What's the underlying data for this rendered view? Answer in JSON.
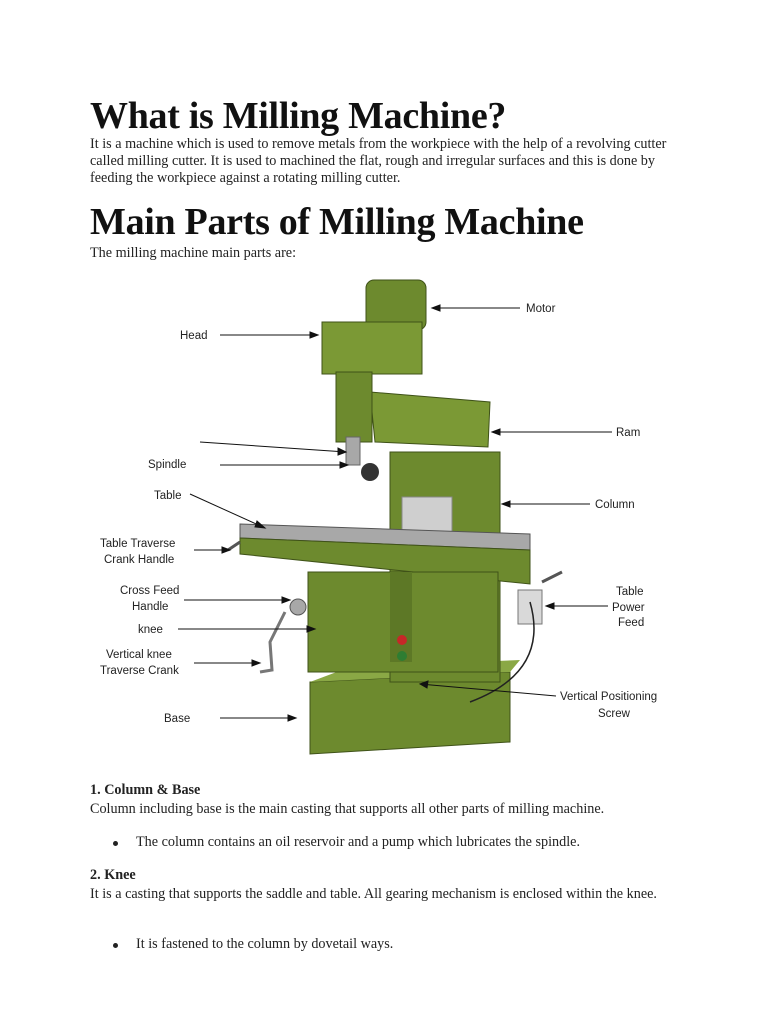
{
  "heading1": "What is Milling Machine?",
  "intro": "It is a machine which is used to remove metals from the workpiece with the help of a revolving cutter called milling cutter. It is used to machined the flat, rough and irregular surfaces and this is done by feeding the workpiece against a rotating milling cutter.",
  "heading2": "Main Parts of Milling Machine",
  "subtitle": "The milling machine main parts are:",
  "diagram": {
    "labels": {
      "motor": "Motor",
      "head": "Head",
      "ram": "Ram",
      "spindle": "Spindle",
      "table": "Table",
      "column": "Column",
      "table_traverse_1": "Table Traverse",
      "table_traverse_2": "Crank Handle",
      "cross_feed_1": "Cross Feed",
      "cross_feed_2": "Handle",
      "table_power_1": "Table",
      "table_power_2": "Power",
      "table_power_3": "Feed",
      "knee": "knee",
      "vertical_knee_1": "Vertical knee",
      "vertical_knee_2": "Traverse Crank",
      "vertical_pos_1": "Vertical Positioning",
      "vertical_pos_2": "Screw",
      "base": "Base"
    },
    "colors": {
      "machine": "#6d8a2e",
      "machine_dark": "#4f6620",
      "machine_light": "#8aa845",
      "steel": "#a8a8a8"
    }
  },
  "sections": [
    {
      "heading": "1. Column & Base",
      "text": "Column including base is the main casting that supports all other parts of milling machine.",
      "bullet": "The column contains an oil reservoir and a pump which lubricates the spindle."
    },
    {
      "heading": "2. Knee",
      "text": "It is a casting that supports the saddle and table. All gearing mechanism is enclosed within the knee.",
      "bullet": "It is fastened to the column by dovetail ways."
    }
  ]
}
